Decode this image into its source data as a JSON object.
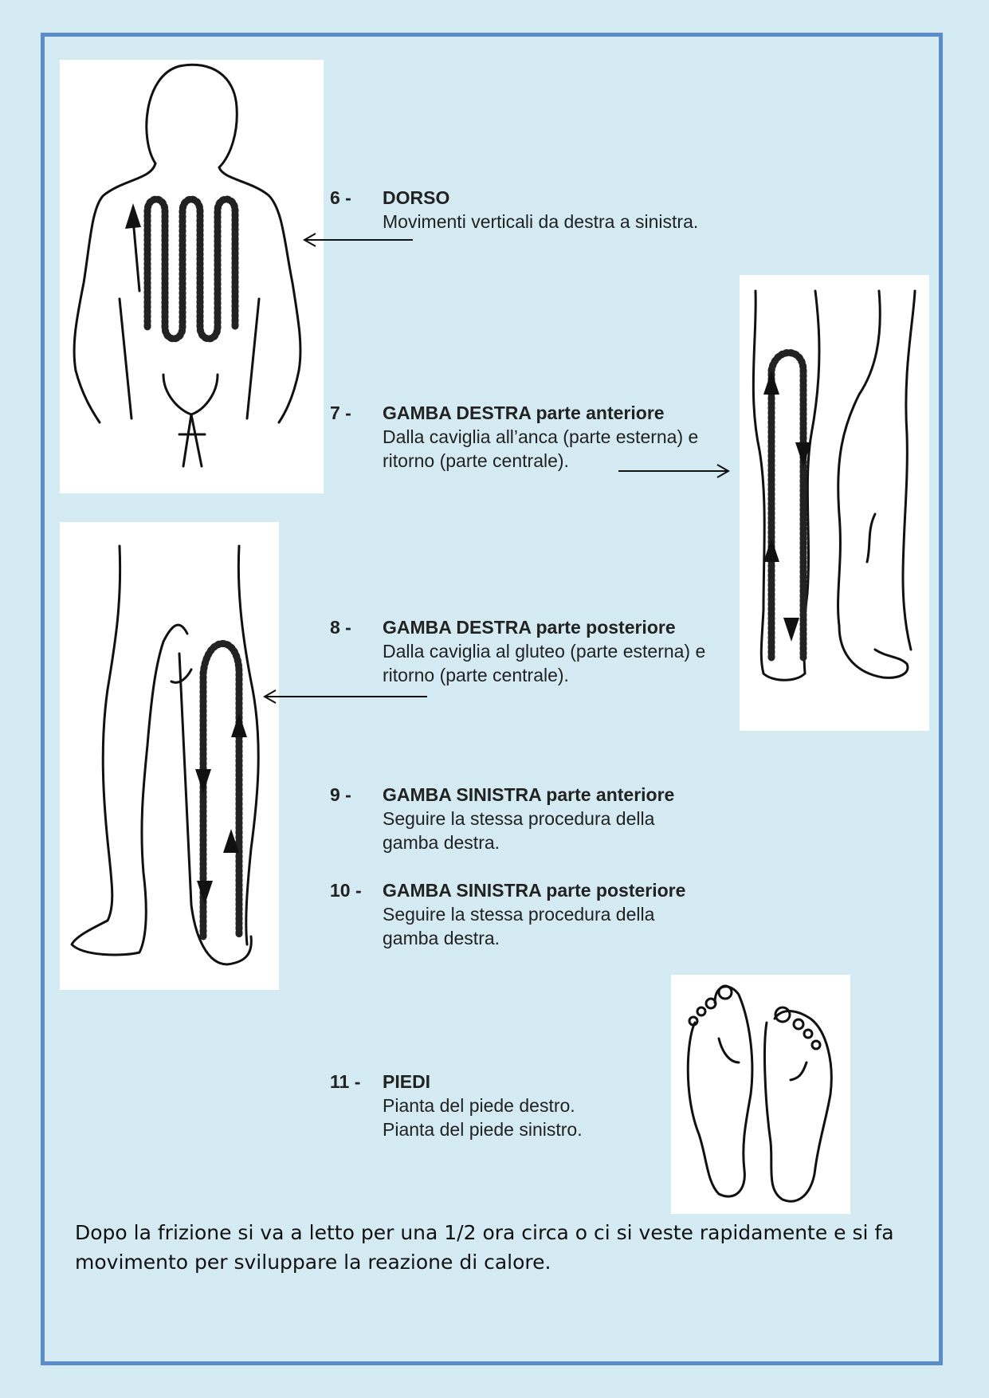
{
  "steps": [
    {
      "number": "6 -",
      "title": "DORSO",
      "lines": [
        "Movimenti verticali da destra a sinistra."
      ]
    },
    {
      "number": "7 -",
      "title": "GAMBA DESTRA parte anteriore",
      "lines": [
        "Dalla caviglia all’anca (parte esterna) e",
        "ritorno (parte centrale)."
      ]
    },
    {
      "number": "8 -",
      "title": "GAMBA DESTRA parte posteriore",
      "lines": [
        "Dalla caviglia al gluteo (parte esterna) e",
        "ritorno (parte centrale)."
      ]
    },
    {
      "number": "9 -",
      "title": "GAMBA SINISTRA parte anteriore",
      "lines": [
        "Seguire la stessa procedura della",
        "gamba destra."
      ]
    },
    {
      "number": "10 -",
      "title": "GAMBA SINISTRA parte posteriore",
      "lines": [
        "Seguire la stessa procedura della",
        "gamba destra."
      ]
    },
    {
      "number": "11 -",
      "title": "PIEDI",
      "lines": [
        "Pianta del piede destro.",
        "Pianta del piede sinistro."
      ]
    }
  ],
  "footer": {
    "text": "Dopo la frizione si va a letto per una 1/2 ora circa o ci si veste rapidamente e si fa movimento per sviluppare la reazione di calore."
  },
  "colors": {
    "background": "#d4ebf3",
    "frame": "#5a8cc9"
  }
}
